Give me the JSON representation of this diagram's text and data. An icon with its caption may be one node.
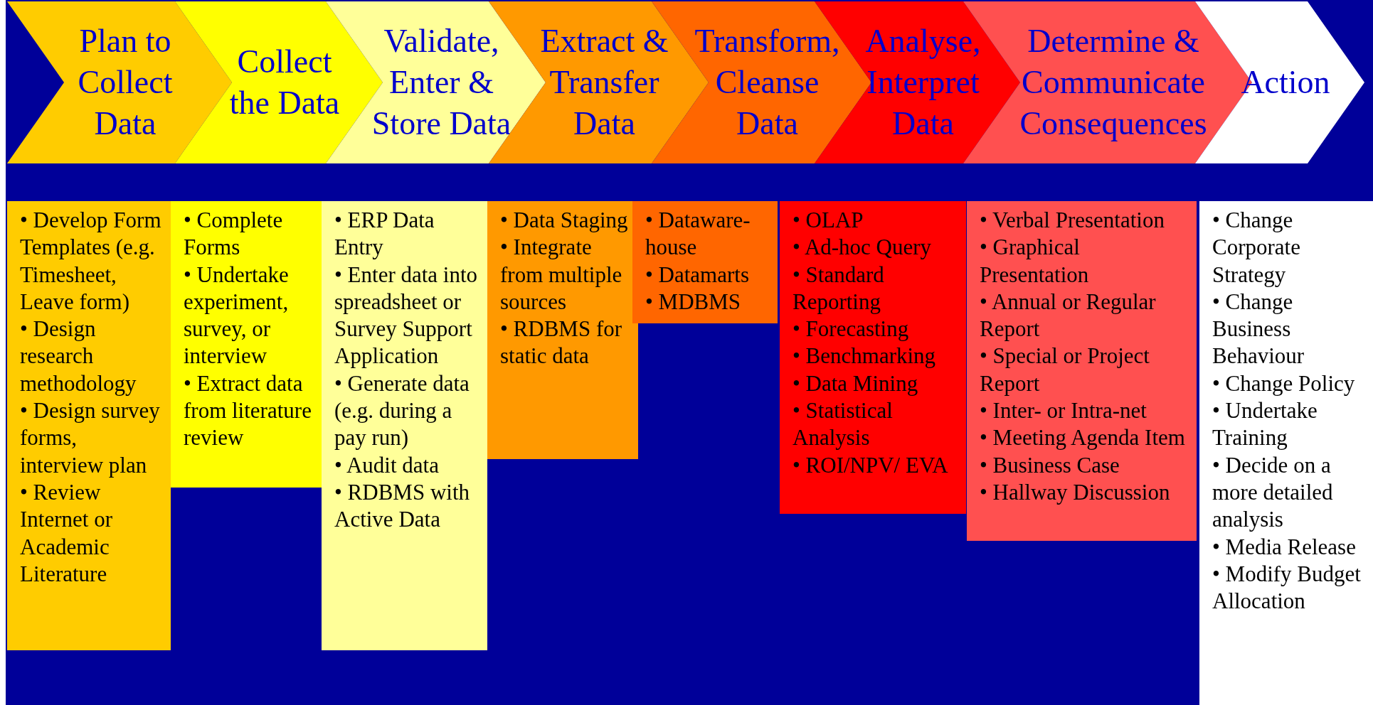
{
  "diagram": {
    "nodes": [
      {
        "text": [
          "Plan to Collect Data"
        ]
      },
      {
        "text": [
          "Collect the Data"
        ]
      },
      {
        "text": [
          "Validate, Enter & Store Data"
        ]
      },
      {
        "text": [
          "Extract & Transfer Data"
        ]
      },
      {
        "text": [
          "Transform, Cleanse Data"
        ]
      },
      {
        "text": [
          "Analyse, Interpret Data"
        ]
      },
      {
        "text": [
          "Determine & Communicate Consequences"
        ]
      },
      {
        "text": [
          "Action"
        ]
      },
      {
        "text": [
          "• Develop Form Templates (e.g. Timesheet, Leave form)",
          "• Design research methodology",
          "• Design survey forms, interview plan",
          "• Review Internet or Academic Literature"
        ]
      },
      {
        "text": [
          "• Complete Forms",
          "• Undertake experiment, survey, or interview",
          "• Extract data from literature review"
        ]
      },
      {
        "text": [
          "• ERP Data Entry",
          "• Enter data into spreadsheet or Survey Support Application",
          "• Generate data (e.g. during a pay run)",
          "• Audit data",
          "• RDBMS with Active Data"
        ]
      },
      {
        "text": [
          "• Data Staging",
          "• Integrate from multiple sources",
          "• RDBMS for static data"
        ]
      },
      {
        "text": [
          "• Dataware-house",
          "• Datamarts",
          "• MDBMS"
        ]
      },
      {
        "text": [
          "• OLAP",
          "• Ad-hoc Query",
          "• Standard Reporting",
          "• Forecasting",
          "• Benchmarking",
          "• Data Mining",
          "• Statistical Analysis",
          "• ROI/NPV/ EVA"
        ]
      },
      {
        "text": [
          "• Verbal Presentation",
          "• Graphical Presentation",
          "• Annual or Regular Report",
          "• Special or Project Report",
          "• Inter- or Intra-net",
          "• Meeting Agenda Item",
          "• Business Case",
          "• Hallway Discussion"
        ]
      },
      {
        "text": [
          "• Change Corporate Strategy",
          "• Change Business Behaviour",
          "• Change Policy",
          "• Undertake Training",
          "• Decide on a more detailed analysis",
          "• Media Release",
          "• Modify Budget Allocation"
        ]
      }
    ]
  }
}
